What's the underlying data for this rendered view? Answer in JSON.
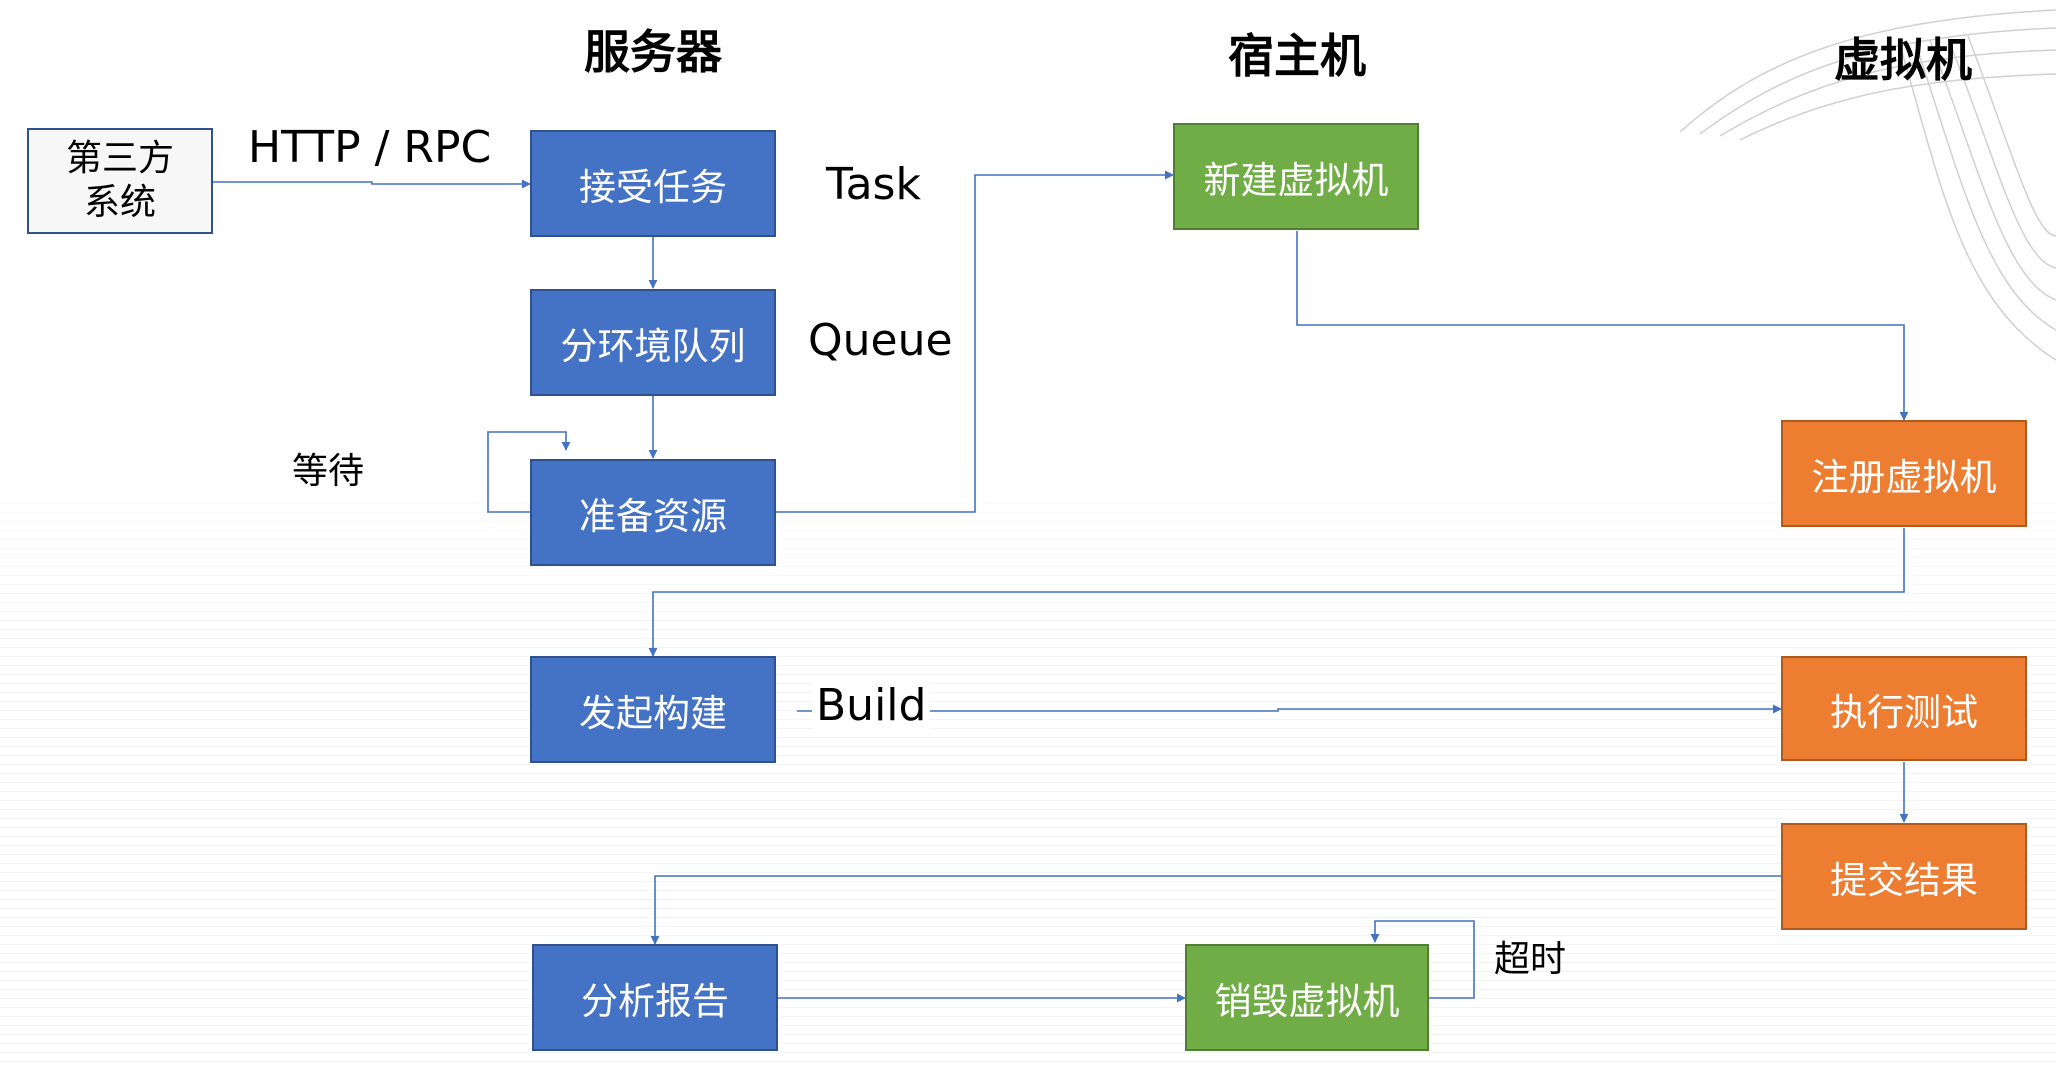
{
  "columns": {
    "server": "服务器",
    "host": "宿主机",
    "vm": "虚拟机"
  },
  "nodes": {
    "third_party": "第三方\n系统",
    "accept_task": "接受任务",
    "env_queue": "分环境队列",
    "prepare": "准备资源",
    "start_build": "发起构建",
    "analyze_report": "分析报告",
    "create_vm": "新建虚拟机",
    "destroy_vm": "销毁虚拟机",
    "register_vm": "注册虚拟机",
    "run_tests": "执行测试",
    "submit_results": "提交结果"
  },
  "edge_labels": {
    "http_rpc": "HTTP / RPC",
    "task": "Task",
    "queue": "Queue",
    "wait": "等待",
    "build": "Build",
    "timeout": "超时"
  },
  "colors": {
    "server_node": "#4472c4",
    "host_node": "#70ad47",
    "vm_node": "#ed7d31",
    "connector": "#4472c4"
  }
}
